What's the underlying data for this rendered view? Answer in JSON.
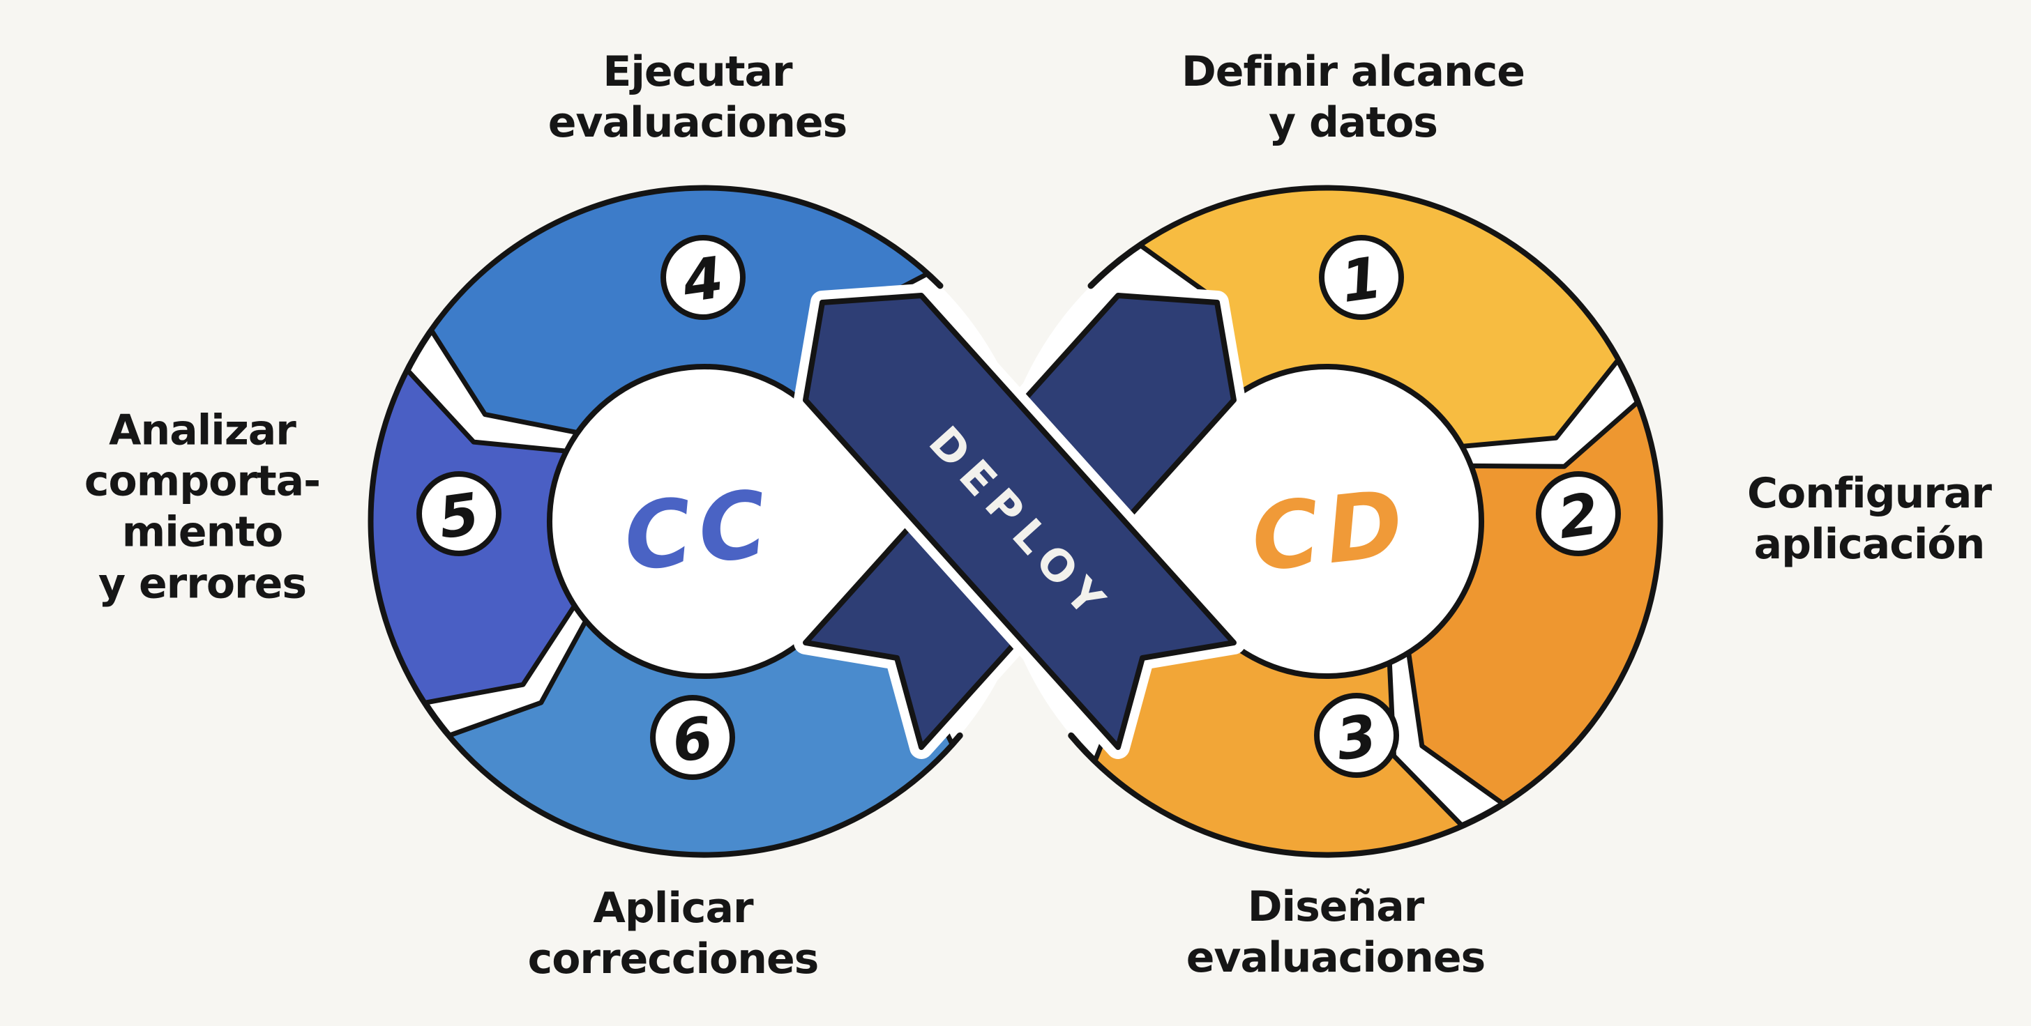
{
  "background": "#f7f6f2",
  "outline_color": "#141414",
  "deploy": {
    "label": "DEPLOY",
    "band_color": "#2e3e75",
    "text_color": "#f2f1ec"
  },
  "left_loop": {
    "label": "CC",
    "label_color": "#4a63c4",
    "steps": [
      {
        "number": "4",
        "color": "#3d7cc9",
        "caption": "Ejecutar\nevaluaciones"
      },
      {
        "number": "5",
        "color": "#4a5fc4",
        "caption": "Analizar\ncomporta-\nmiento\ny errores"
      },
      {
        "number": "6",
        "color": "#4a8bcd",
        "caption": "Aplicar\ncorrecciones"
      }
    ]
  },
  "right_loop": {
    "label": "CD",
    "label_color": "#f09a38",
    "steps": [
      {
        "number": "1",
        "color": "#f7bc41",
        "caption": "Definir alcance\ny datos"
      },
      {
        "number": "2",
        "color": "#ee9730",
        "caption": "Configurar\naplicación"
      },
      {
        "number": "3",
        "color": "#f2a637",
        "caption": "Diseñar\nevaluaciones"
      }
    ]
  }
}
